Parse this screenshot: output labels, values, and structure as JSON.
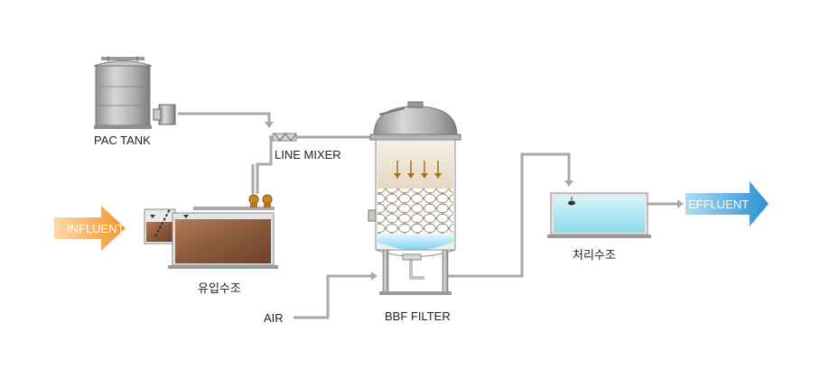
{
  "labels": {
    "pac_tank": "PAC TANK",
    "line_mixer": "LINE MIXER",
    "influent": "INFLUENT",
    "inflow_tank": "유입수조",
    "air": "AIR",
    "bbf_filter": "BBF FILTER",
    "treated_tank": "처리수조",
    "effluent": "EFFLUENT"
  },
  "colors": {
    "pipe": "#a8a8a8",
    "influent_arrow": "#f0a24a",
    "effluent_arrow": "#3a9bd6",
    "sludge": "#8a5a3a",
    "treated_water": "#9fe3f0",
    "media": "#f2ece2",
    "steel": "#b8b8b8"
  }
}
